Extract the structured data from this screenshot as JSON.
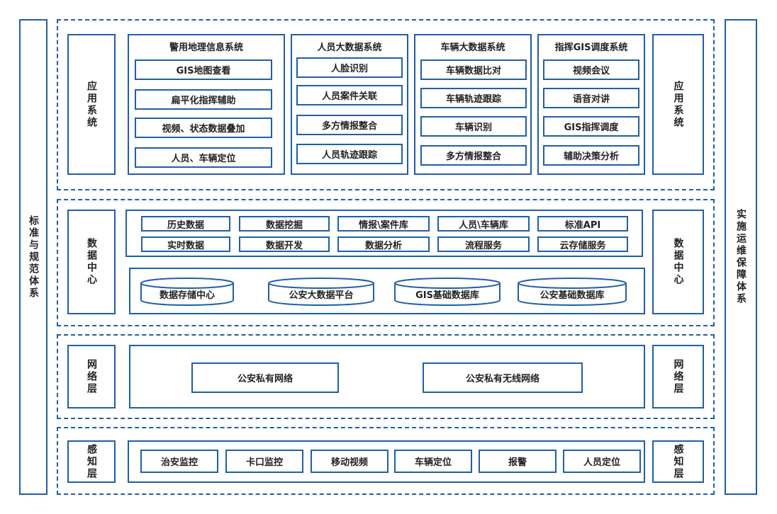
{
  "left_side_label": "标准与规范体系",
  "right_side_label": "实施运维保障体系",
  "app_layer": {
    "label_left": "应用系统",
    "label_right": "应用系统",
    "systems": [
      {
        "title": "警用地理信息系统",
        "items": [
          "GIS地图查看",
          "扁平化指挥辅助",
          "视频、状态数据叠加",
          "人员、车辆定位"
        ]
      },
      {
        "title": "人员大数据系统",
        "items": [
          "人脸识别",
          "人员案件关联",
          "多方情报整合",
          "人员轨迹跟踪"
        ]
      },
      {
        "title": "车辆大数据系统",
        "items": [
          "车辆数据比对",
          "车辆轨迹跟踪",
          "车辆识别",
          "多方情报整合"
        ]
      },
      {
        "title": "指挥GIS调度系统",
        "items": [
          "视频会议",
          "语音对讲",
          "GIS指挥调度",
          "辅助决策分析"
        ]
      }
    ]
  },
  "data_layer": {
    "label_left": "数据中心",
    "label_right": "数据中心",
    "row1": [
      "历史数据",
      "数据挖掘",
      "情报\\案件库",
      "人员\\车辆库",
      "标准API"
    ],
    "row2": [
      "实时数据",
      "数据开发",
      "数据分析",
      "流程服务",
      "云存储服务"
    ],
    "stores": [
      "数据存储中心",
      "公安大数据平台",
      "GIS基础数据库",
      "公安基础数据库"
    ]
  },
  "network_layer": {
    "label_left": "网络层",
    "label_right": "网络层",
    "items": [
      "公安私有网络",
      "公安私有无线网络"
    ]
  },
  "sense_layer": {
    "label_left": "感知层",
    "label_right": "感知层",
    "items": [
      "治安监控",
      "卡口监控",
      "移动视频",
      "车辆定位",
      "报警",
      "人员定位"
    ]
  }
}
